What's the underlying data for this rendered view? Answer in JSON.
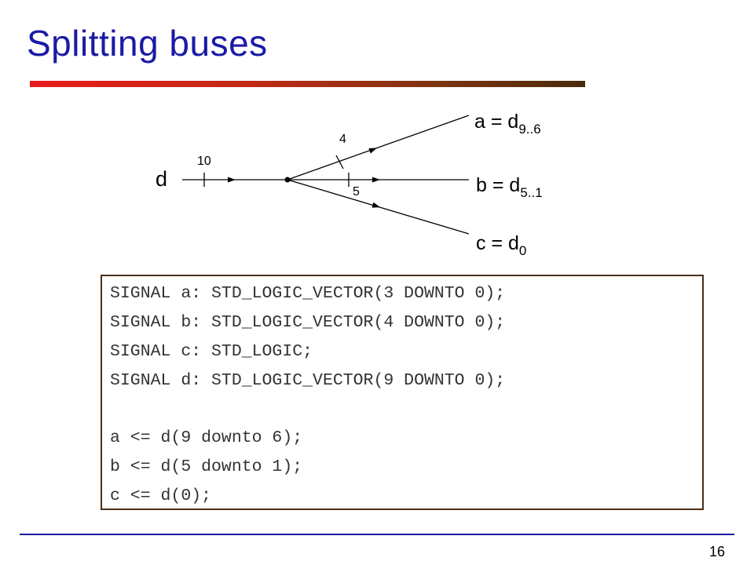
{
  "slide": {
    "title": "Splitting buses",
    "page_number": "16"
  },
  "diagram": {
    "input_label": "d",
    "input_width": "10",
    "branch_a": {
      "prefix": "a = d",
      "subscript": "9..6",
      "width": "4"
    },
    "branch_b": {
      "prefix": "b = d",
      "subscript": "5..1",
      "width": "5"
    },
    "branch_c": {
      "prefix": "c = d",
      "subscript": "0"
    }
  },
  "code": {
    "lines": [
      "SIGNAL a: STD_LOGIC_VECTOR(3 DOWNTO 0);",
      "SIGNAL b: STD_LOGIC_VECTOR(4 DOWNTO 0);",
      "SIGNAL c: STD_LOGIC;",
      "SIGNAL d: STD_LOGIC_VECTOR(9 DOWNTO 0);",
      "",
      "a <= d(9 downto 6);",
      "b <= d(5 downto 1);",
      "c <= d(0);"
    ]
  }
}
